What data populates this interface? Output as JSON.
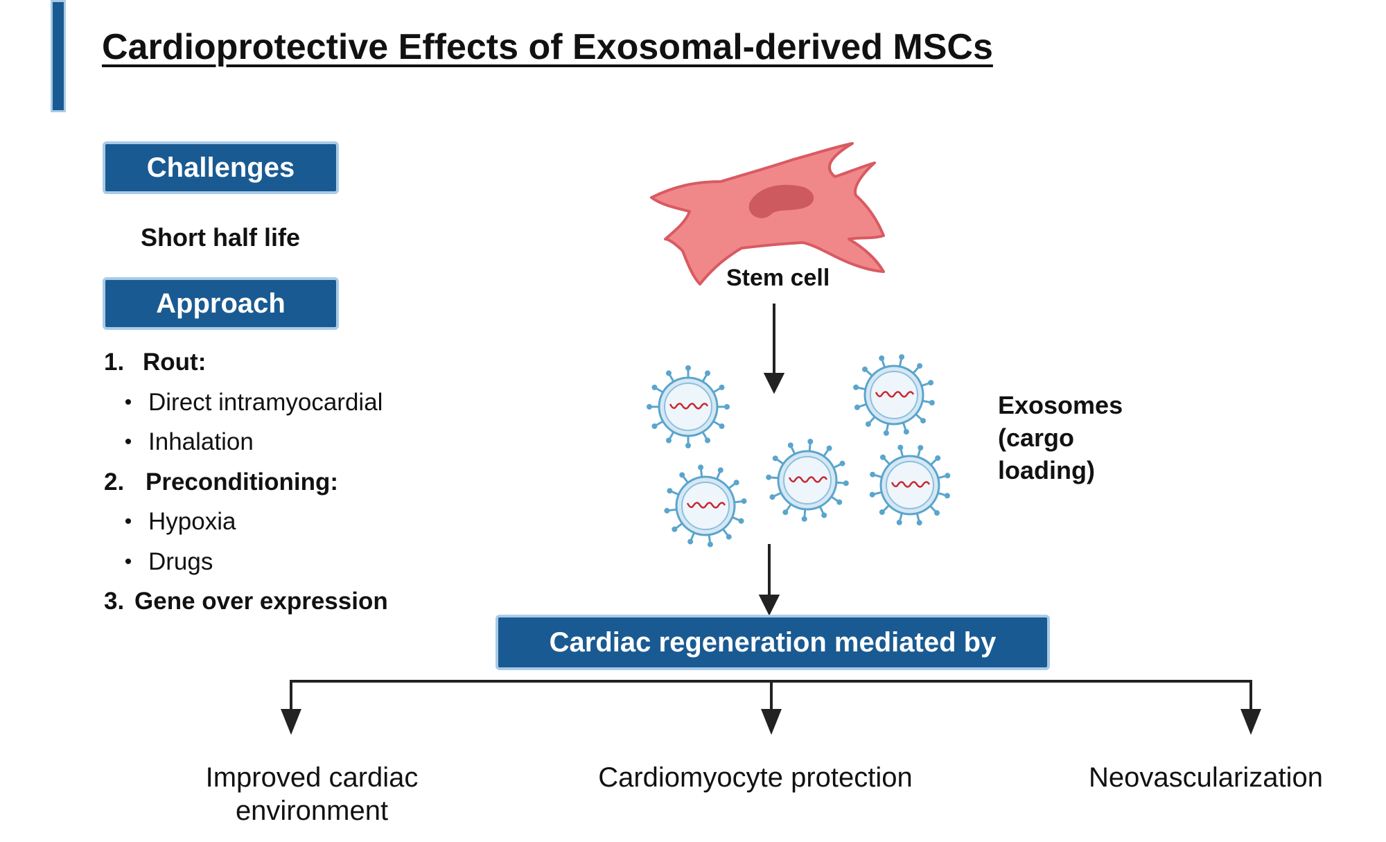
{
  "title": "Cardioprotective Effects of Exosomal-derived MSCs",
  "challenges": {
    "header": "Challenges",
    "item": "Short half life"
  },
  "approach": {
    "header": "Approach",
    "sections": [
      {
        "number": "1.",
        "heading": "Rout:",
        "bullets": [
          "Direct intramyocardial",
          "Inhalation"
        ]
      },
      {
        "number": "2.",
        "heading": "Preconditioning:",
        "bullets": [
          "Hypoxia",
          "Drugs"
        ]
      },
      {
        "number": "3.",
        "heading": "Gene over expression",
        "bullets": []
      }
    ]
  },
  "stem_cell": {
    "label": "Stem cell"
  },
  "exosomes": {
    "label": "Exosomes (cargo loading)"
  },
  "regeneration": {
    "header": "Cardiac regeneration mediated by",
    "outcomes": [
      "Improved cardiac environment",
      "Cardiomyocyte protection",
      "Neovascularization"
    ]
  },
  "colors": {
    "accent": "#1a5a92",
    "accent_border": "#a9cbe8",
    "cell_fill": "#f0888a",
    "nucleus_fill": "#cd5a5f",
    "exosome_outline": "#5aa5cc",
    "rna": "#c8262c"
  }
}
